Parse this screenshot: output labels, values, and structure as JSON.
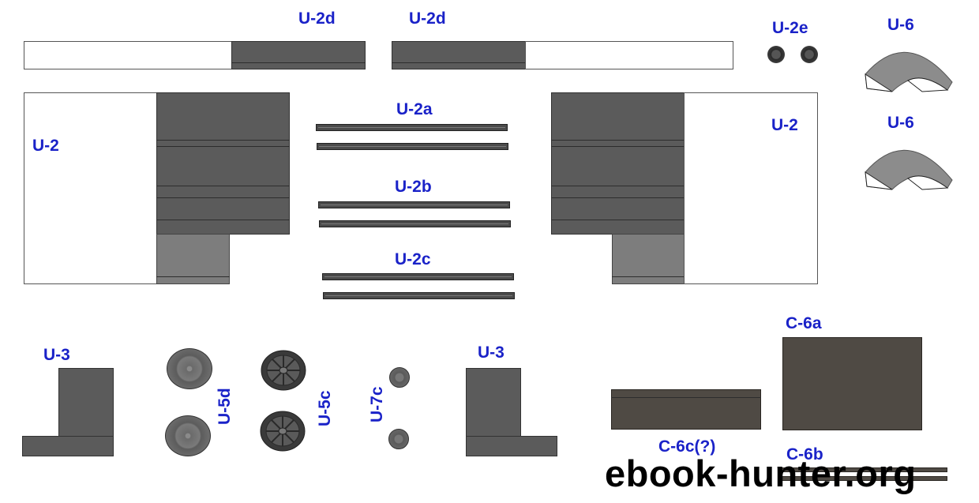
{
  "labels": {
    "u2d_left": "U-2d",
    "u2d_right": "U-2d",
    "u2e": "U-2e",
    "u6_top": "U-6",
    "u6_bottom": "U-6",
    "u2_left": "U-2",
    "u2_right": "U-2",
    "u2a": "U-2a",
    "u2b": "U-2b",
    "u2c": "U-2c",
    "u3_left": "U-3",
    "u3_right": "U-3",
    "u5d": "U-5d",
    "u5c": "U-5c",
    "u7c": "U-7c",
    "c6a": "C-6a",
    "c6c": "C-6c(?)",
    "c6b": "C-6b"
  },
  "watermark": "ebook-hunter.org",
  "colors": {
    "label": "#1a22c8",
    "dark_part": "#5b5b5b",
    "mid_part": "#7d7d7d",
    "brown_part": "#4f4a44",
    "outline": "#222222"
  }
}
